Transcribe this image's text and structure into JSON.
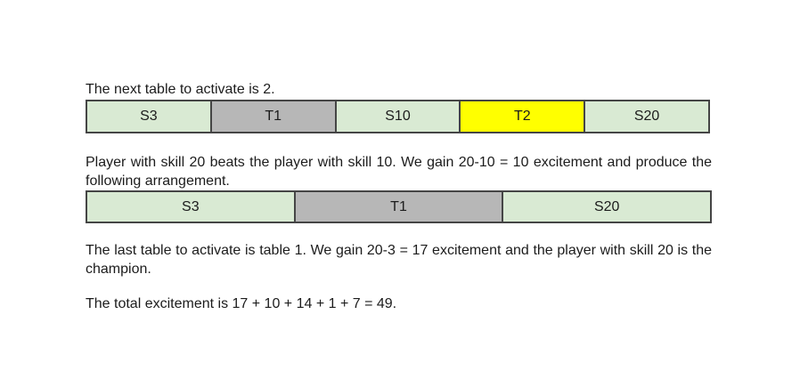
{
  "page": {
    "background": "#ffffff",
    "text_color": "#1c1c1c"
  },
  "colors": {
    "seat": "#d9ead3",
    "table_inactive": "#b7b7b7",
    "table_active": "#ffff00",
    "border": "#454545"
  },
  "paragraphs": {
    "intro": "The next table to activate is 2.",
    "step2": "Player with skill 20 beats the player with skill 10. We gain 20-10 = 10 excitement and produce the following arrangement.",
    "step3": "The last table to activate is table 1. We gain 20-3 = 17 excitement and the player with skill 20 is the champion.",
    "total": "The total excitement is 17 + 10 + 14 + 1 + 7 = 49."
  },
  "arrangement_row_1": {
    "cells": [
      {
        "label": "S3",
        "type": "seat"
      },
      {
        "label": "T1",
        "type": "table_inactive"
      },
      {
        "label": "S10",
        "type": "seat"
      },
      {
        "label": "T2",
        "type": "table_active"
      },
      {
        "label": "S20",
        "type": "seat"
      }
    ]
  },
  "arrangement_row_2": {
    "cells": [
      {
        "label": "S3",
        "type": "seat"
      },
      {
        "label": "T1",
        "type": "table_inactive"
      },
      {
        "label": "S20",
        "type": "seat"
      }
    ]
  }
}
